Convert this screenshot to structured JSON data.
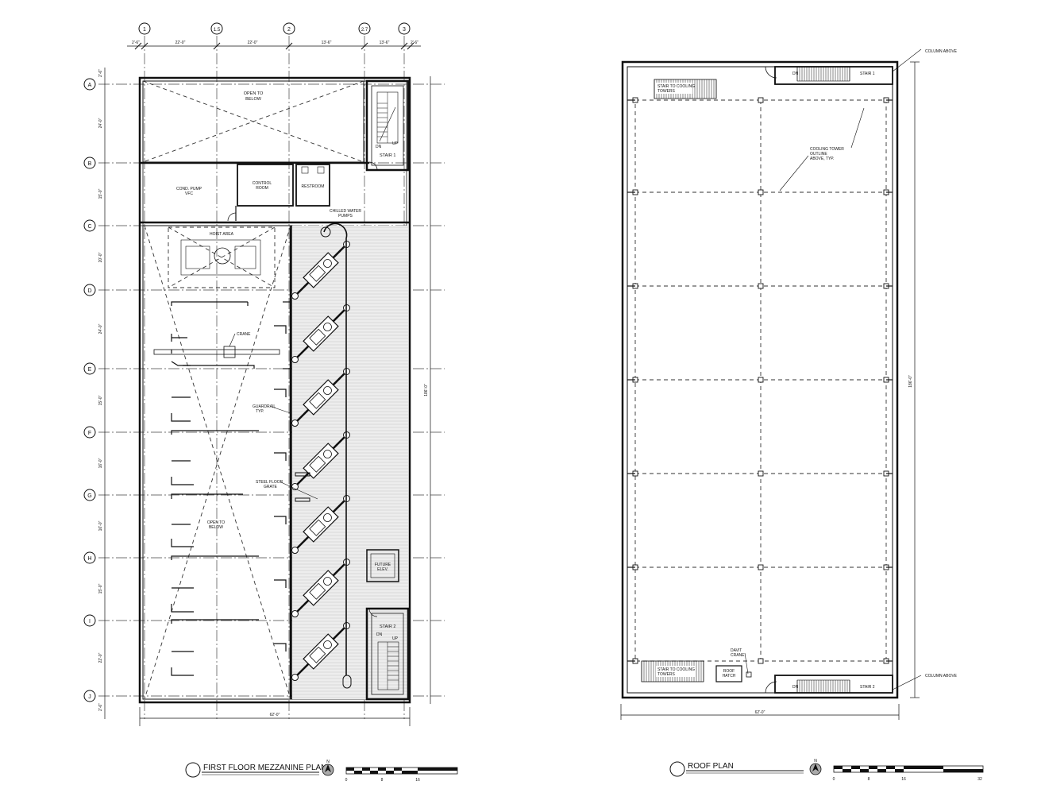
{
  "mezzanine": {
    "title": "FIRST FLOOR MEZZANINE PLAN",
    "col_grid": [
      "1",
      "1.5",
      "2",
      "2.7",
      "3"
    ],
    "row_grid": [
      "A",
      "B",
      "C",
      "D",
      "E",
      "F",
      "G",
      "H",
      "I",
      "J"
    ],
    "col_dims": [
      "2'-6\"",
      "22'-0\"",
      "22'-0\"",
      "13'-6\"",
      "13'-6\"",
      "2'-6\""
    ],
    "row_dims": [
      "2'-6\"",
      "24'-0\"",
      "15'-0\"",
      "20'-0\"",
      "24'-0\"",
      "15'-0\"",
      "16'-0\"",
      "16'-0\"",
      "15'-0\"",
      "22'-0\"",
      "2'-6\""
    ],
    "overall_width": "62'-0\"",
    "overall_length": "186'-0\"",
    "labels": {
      "open_to_below_1": "OPEN TO BELOW",
      "stair1": "STAIR 1",
      "up": "UP",
      "dn": "DN",
      "cond_pump": "COND. PUMP VFC",
      "control_room": "CONTROL ROOM",
      "restroom": "RESTROOM",
      "chilled_water": "CHILLED WATER PUMPS",
      "hoist_area": "HOIST AREA",
      "crane": "CRANE",
      "guardrail": "GUARDRAIL TYP.",
      "steel_floor": "STEEL FLOOR GRATE",
      "open_to_below_2": "OPEN TO BELOW",
      "future_elev": "FUTURE ELEV.",
      "stair2": "STAIR 2"
    },
    "scale_ticks": [
      "0",
      "8",
      "16"
    ]
  },
  "roof": {
    "title": "ROOF PLAN",
    "overall_width": "62'-0\"",
    "overall_length": "186'-0\"",
    "labels": {
      "stair_to_cooling_top": "STAIR TO COOLING TOWERS",
      "stair_to_cooling_bottom": "STAIR TO COOLING TOWERS",
      "stair1": "STAIR 1",
      "stair2": "STAIR 2",
      "dn_top": "DN",
      "dn_bottom": "DN",
      "column_above_top": "COLUMN ABOVE",
      "column_above_bottom": "COLUMN ABOVE",
      "cooling_tower": "COOLING TOWER OUTLINE ABOVE, TYP.",
      "davit_crane": "DAVIT CRANE",
      "roof_hatch": "ROOF HATCH"
    },
    "scale_ticks": [
      "0",
      "8",
      "16",
      "32"
    ]
  },
  "north_letter": "N"
}
